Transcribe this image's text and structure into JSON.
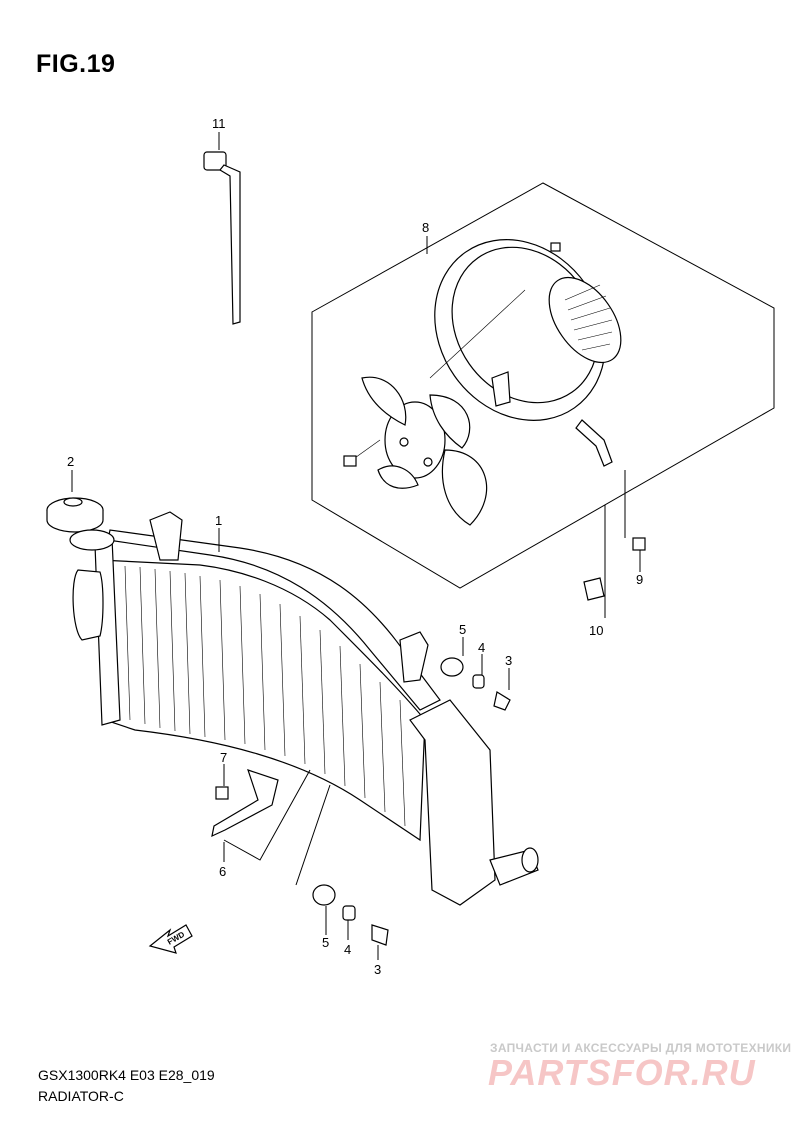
{
  "figure": {
    "title": "FIG.19"
  },
  "callouts": {
    "p1": "1",
    "p2": "2",
    "p3a": "3",
    "p3b": "3",
    "p4a": "4",
    "p4b": "4",
    "p5a": "5",
    "p5b": "5",
    "p6": "6",
    "p7": "7",
    "p8": "8",
    "p9": "9",
    "p10": "10",
    "p11": "11"
  },
  "fwd_label": "FWD",
  "footer": {
    "model_code": "GSX1300RK4 E03 E28_019",
    "section_name": "RADIATOR-C"
  },
  "watermark": {
    "tagline": "ЗАПЧАСТИ И АКСЕССУАРЫ ДЛЯ МОТОТЕХНИКИ",
    "logo": "PARTSFOR.RU"
  }
}
